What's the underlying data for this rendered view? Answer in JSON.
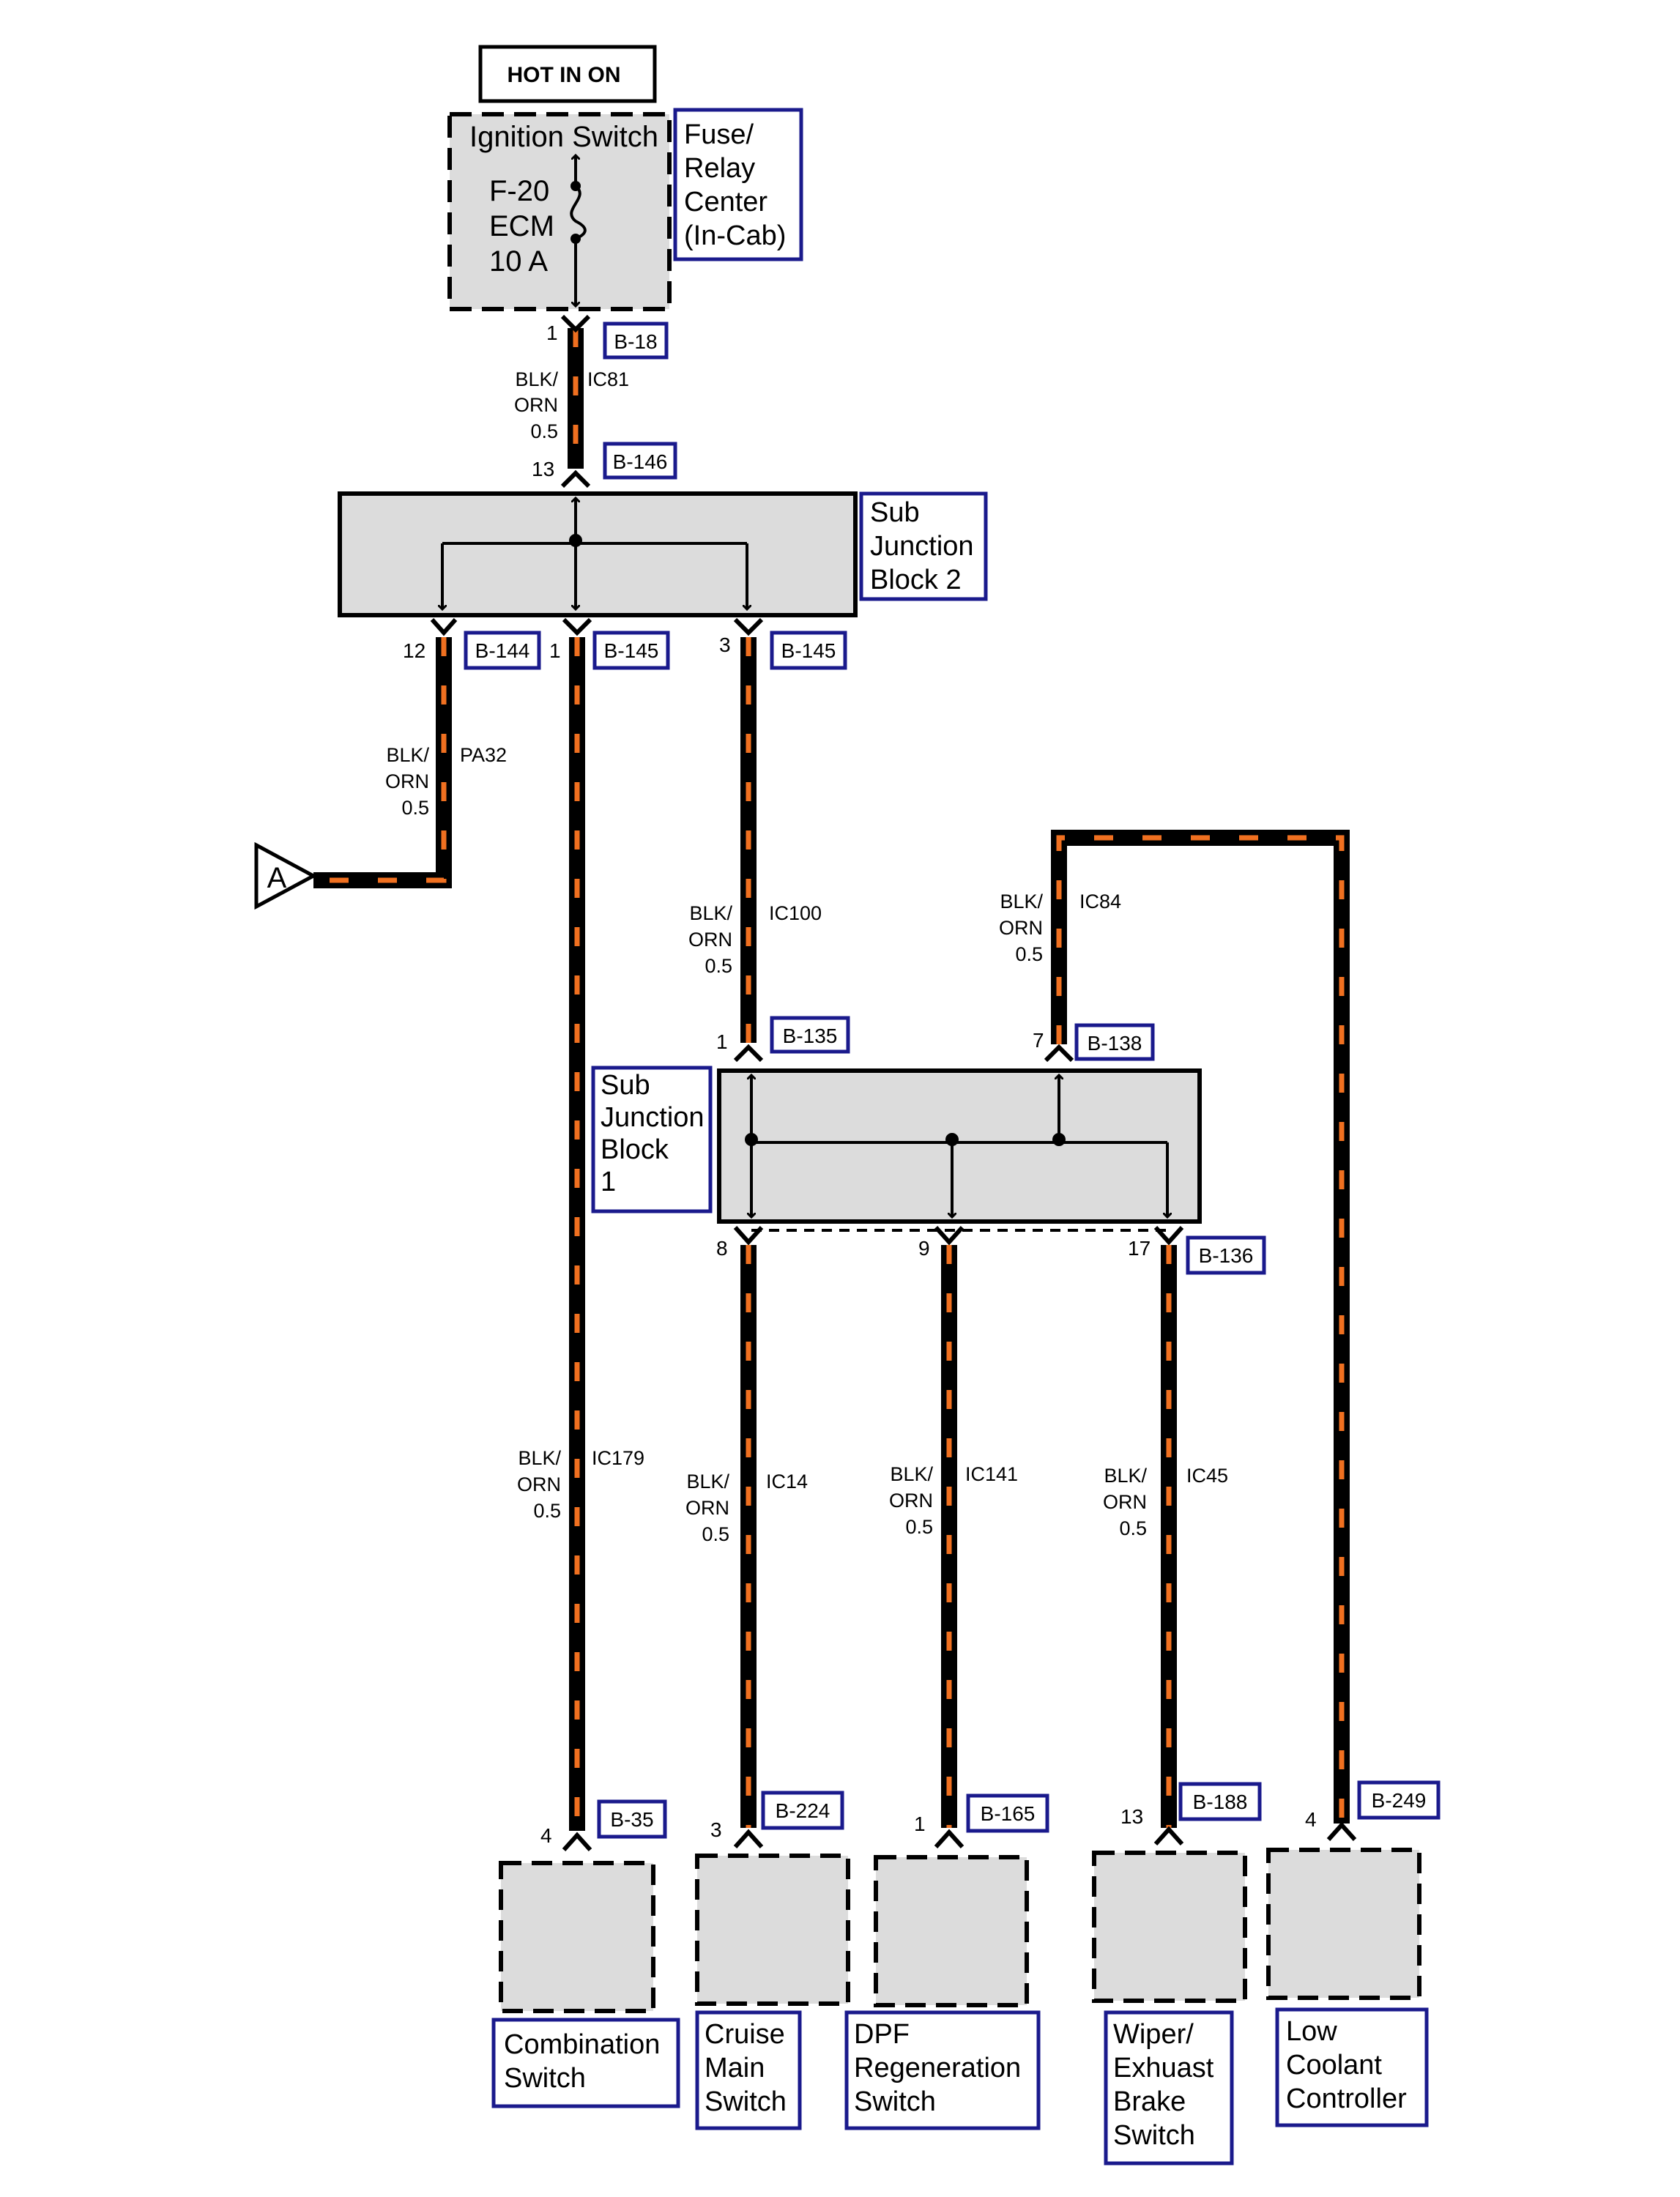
{
  "power": {
    "hot_label": "HOT IN ON",
    "ignition_label": "Ignition Switch",
    "fuse_name": "F-20",
    "fuse_circuit": "ECM",
    "fuse_rating": "10 A",
    "fuse_box_l1": "Fuse/",
    "fuse_box_l2": "Relay",
    "fuse_box_l3": "Center",
    "fuse_box_l4": "(In-Cab)"
  },
  "junction2": {
    "l1": "Sub",
    "l2": "Junction",
    "l3": "Block 2"
  },
  "junction1": {
    "l1": "Sub",
    "l2": "Junction",
    "l3": "Block",
    "l4": "1"
  },
  "offpage": {
    "label": "A"
  },
  "wire_spec": {
    "color_l1": "BLK/",
    "color_l2": "ORN",
    "gauge": "0.5"
  },
  "circuits": {
    "ic81": "IC81",
    "pa32": "PA32",
    "ic179": "IC179",
    "ic100": "IC100",
    "ic84": "IC84",
    "ic14": "IC14",
    "ic141": "IC141",
    "ic45": "IC45"
  },
  "connectors": {
    "b18": {
      "id": "B-18",
      "pin": "1"
    },
    "b146": {
      "id": "B-146",
      "pin": "13"
    },
    "b144": {
      "id": "B-144",
      "pin": "12"
    },
    "b145a": {
      "id": "B-145",
      "pin": "1"
    },
    "b145b": {
      "id": "B-145",
      "pin": "3"
    },
    "b135": {
      "id": "B-135",
      "pin": "1"
    },
    "b138": {
      "id": "B-138",
      "pin": "7"
    },
    "b136": {
      "id": "B-136",
      "pin_a": "8",
      "pin_b": "9",
      "pin_c": "17"
    },
    "b35": {
      "id": "B-35",
      "pin": "4"
    },
    "b224": {
      "id": "B-224",
      "pin": "3"
    },
    "b165": {
      "id": "B-165",
      "pin": "1"
    },
    "b188": {
      "id": "B-188",
      "pin": "13"
    },
    "b249": {
      "id": "B-249",
      "pin": "4"
    }
  },
  "components": {
    "combination": {
      "l1": "Combination",
      "l2": "Switch"
    },
    "cruise": {
      "l1": "Cruise",
      "l2": "Main",
      "l3": "Switch"
    },
    "dpf": {
      "l1": "DPF",
      "l2": "Regeneration",
      "l3": "Switch"
    },
    "wiper": {
      "l1": "Wiper/",
      "l2": "Exhuast",
      "l3": "Brake",
      "l4": "Switch"
    },
    "coolant": {
      "l1": "Low",
      "l2": "Coolant",
      "l3": "Controller"
    }
  },
  "colors": {
    "wire_base": "#000000",
    "wire_stripe": "#f07020",
    "label_border": "#1a1a8c",
    "box_fill": "#dcdcdc"
  }
}
